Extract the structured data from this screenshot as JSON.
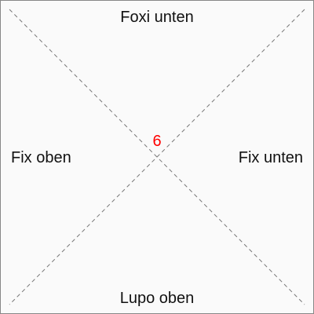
{
  "labels": {
    "top": "Foxi unten",
    "left": "Fix oben",
    "right": "Fix unten",
    "bottom": "Lupo oben"
  },
  "center": {
    "value": "6",
    "color": "#ff0000"
  },
  "colors": {
    "diagonal": "#777777",
    "border": "#888888",
    "background": "#fafafa"
  }
}
